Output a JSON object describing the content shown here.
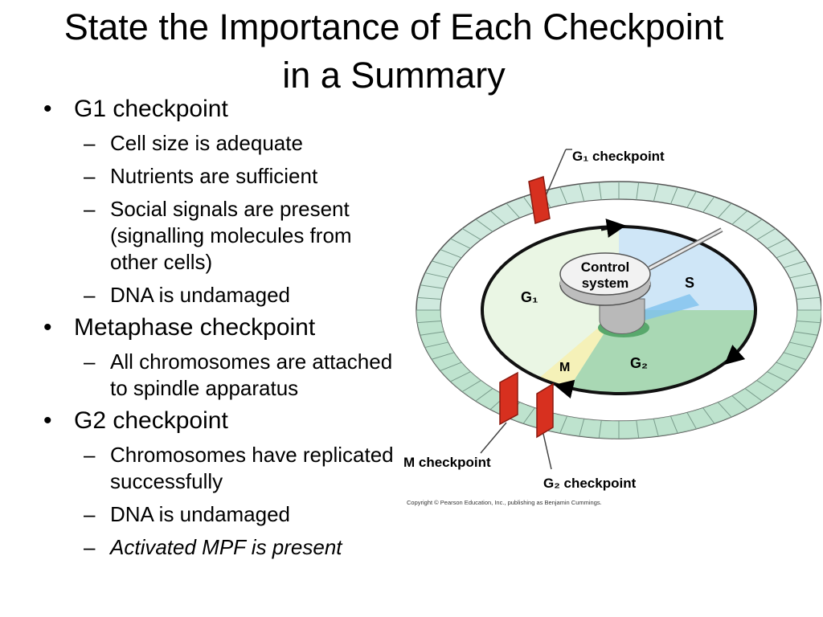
{
  "title": {
    "line1": "State the Importance of Each Checkpoint",
    "line2": "in a Summary"
  },
  "bullets": [
    {
      "label": "G1 checkpoint",
      "subs": [
        {
          "text": "Cell size is adequate"
        },
        {
          "text": "Nutrients are sufficient"
        },
        {
          "text": "Social signals are present (signalling molecules from other cells)"
        },
        {
          "text": "DNA is undamaged"
        }
      ]
    },
    {
      "label": "Metaphase checkpoint",
      "subs": [
        {
          "text": "All chromosomes are attached to spindle apparatus"
        }
      ]
    },
    {
      "label": "G2 checkpoint",
      "subs": [
        {
          "text": "Chromosomes have replicated successfully"
        },
        {
          "text": "DNA is undamaged"
        },
        {
          "text": "Activated MPF is present",
          "italic": true
        }
      ]
    }
  ],
  "diagram": {
    "g1_checkpoint": "G₁ checkpoint",
    "m_checkpoint": "M checkpoint",
    "g2_checkpoint": "G₂ checkpoint",
    "control": "Control",
    "system": "system",
    "phase_g1": "G₁",
    "phase_s": "S",
    "phase_g2": "G₂",
    "phase_m": "M",
    "copyright": "Copyright © Pearson Education, Inc., publishing as Benjamin Cummings."
  }
}
